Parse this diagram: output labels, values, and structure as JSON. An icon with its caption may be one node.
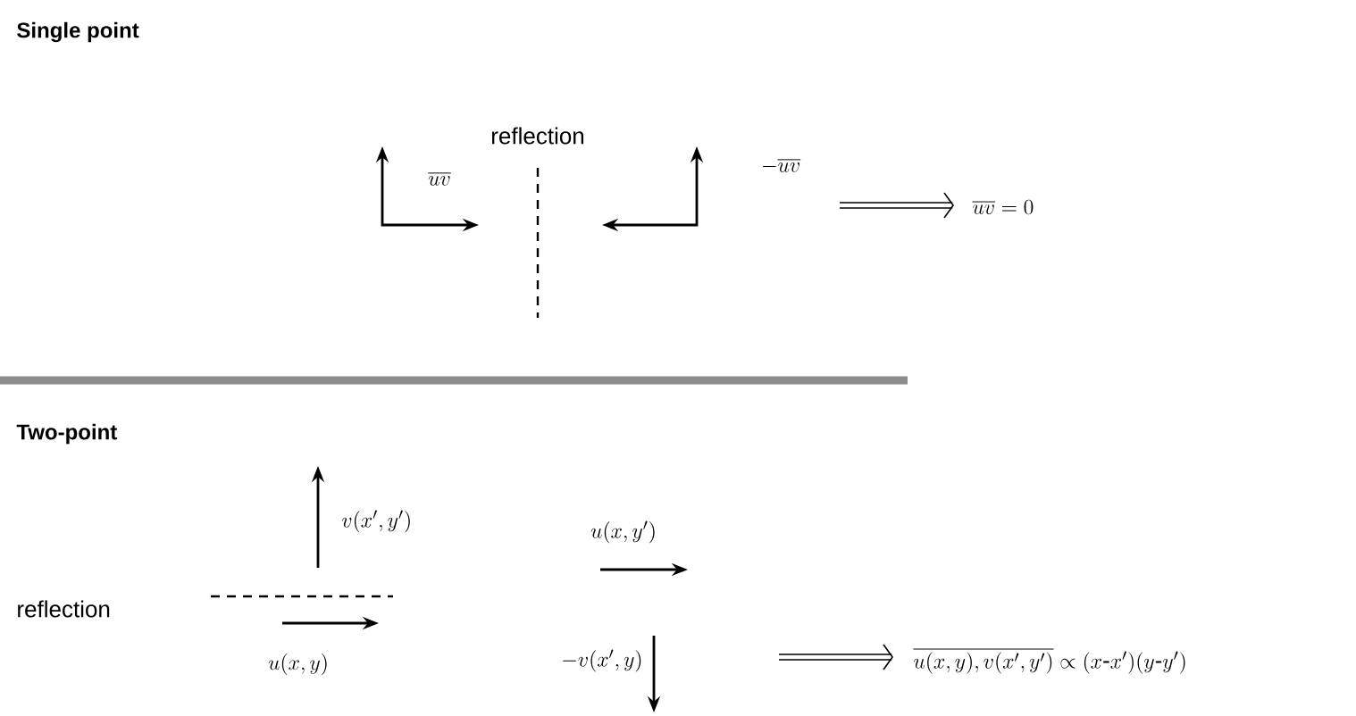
{
  "diagram": {
    "labels": [
      "Single point",
      "reflection",
      "\\overline{uv}",
      "-\\overline{uv}",
      "\\overline{uv} = 0",
      "Two-point",
      "v(x',y')",
      "u(x,y')",
      "reflection",
      "u(x,y)",
      "-v(x',y)",
      "\\overline{u(x,y),v(x',y')}\\propto(x\\text{-}x')(y\\text{-}y')"
    ]
  }
}
